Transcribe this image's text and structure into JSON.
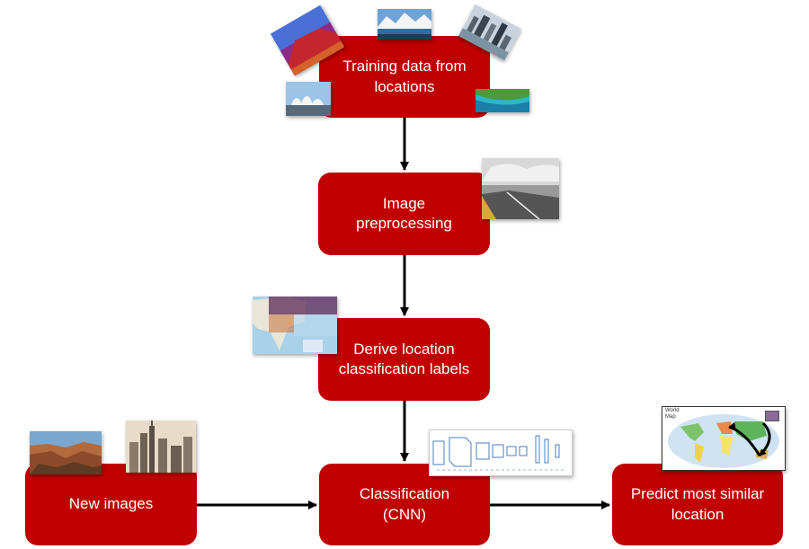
{
  "nodes": {
    "training": "Training data from\nlocations",
    "preprocessing": "Image\npreprocessing",
    "derive": "Derive location\nclassification labels",
    "classification": "Classification\n(CNN)",
    "new_images": "New images",
    "predict": "Predict most similar\nlocation"
  },
  "world_map_caption": "World\nMap",
  "colors": {
    "node": "#c00000",
    "node_text": "#ffffff",
    "arrow": "#000000"
  },
  "edges": [
    [
      "training",
      "preprocessing"
    ],
    [
      "preprocessing",
      "derive"
    ],
    [
      "derive",
      "classification"
    ],
    [
      "new_images",
      "classification"
    ],
    [
      "classification",
      "predict"
    ]
  ],
  "icons": [
    "uluru-photo",
    "mountain-lake-photo",
    "city-river-photo",
    "opera-house-photo",
    "beach-photo",
    "road-photo",
    "map-grid-image",
    "cnn-architecture-diagram",
    "world-map-image",
    "canyon-photo",
    "skyline-photo"
  ]
}
